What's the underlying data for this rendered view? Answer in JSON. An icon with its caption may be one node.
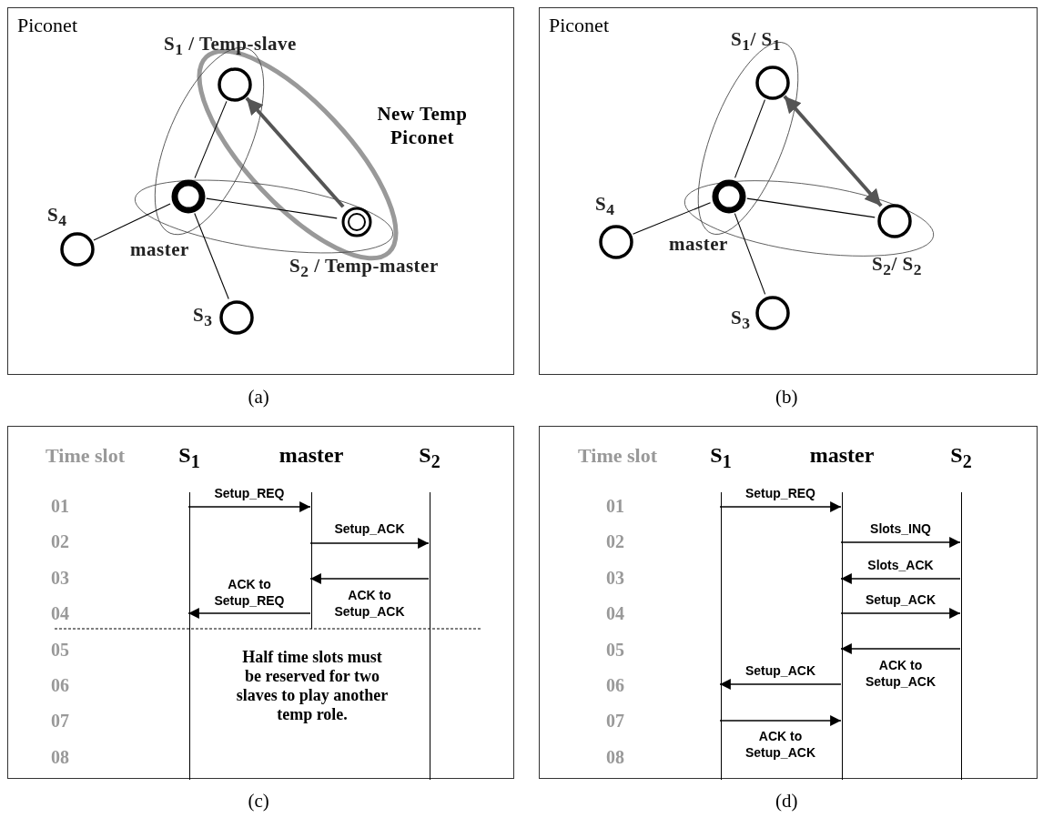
{
  "diagram": {
    "nodes": [
      {
        "text": [
          "Piconet"
        ],
        "beside": [
          "(a)"
        ]
      },
      {
        "text": [],
        "shape": "circle",
        "in": 0,
        "beside": [
          "S$_{1}$ / Temp-slave"
        ]
      },
      {
        "text": [],
        "shape": "circle",
        "in": 0,
        "beside": [
          "master"
        ]
      },
      {
        "text": [],
        "shape": "circle",
        "in": 0,
        "beside": [
          "S$_{2}$ / Temp-master"
        ]
      },
      {
        "text": [],
        "shape": "circle",
        "in": 0,
        "beside": [
          "S$_{4}$"
        ]
      },
      {
        "text": [],
        "shape": "circle",
        "in": 0,
        "beside": [
          "S$_{3}$"
        ]
      },
      {
        "text": [
          "Piconet"
        ],
        "beside": [
          "(b)"
        ]
      },
      {
        "text": [],
        "shape": "circle",
        "in": 6,
        "beside": [
          "S$_{1}$/ S$_{1}$"
        ]
      },
      {
        "text": [],
        "shape": "circle",
        "in": 6,
        "beside": [
          "master"
        ]
      },
      {
        "text": [],
        "shape": "circle",
        "in": 6,
        "beside": [
          "S$_{2}$/ S$_{2}$"
        ]
      },
      {
        "text": [],
        "shape": "circle",
        "in": 6,
        "beside": [
          "S$_{4}$"
        ]
      },
      {
        "text": [],
        "shape": "circle",
        "in": 6,
        "beside": [
          "S$_{3}$"
        ]
      },
      {
        "text": [],
        "shape": "box",
        "beside": [
          "(c)"
        ]
      },
      {
        "text": [
          "S$_{1}$"
        ],
        "in": 12
      },
      {
        "text": [
          "master"
        ],
        "in": 12
      },
      {
        "text": [
          "S$_{2}$"
        ],
        "in": 12
      },
      {
        "text": [],
        "shape": "box",
        "beside": [
          "(d)"
        ]
      },
      {
        "text": [
          "S$_{1}$"
        ],
        "in": 16
      },
      {
        "text": [
          "master"
        ],
        "in": 16
      },
      {
        "text": [
          "S$_{2}$"
        ],
        "in": 16
      }
    ],
    "edges": [
      {
        "from": 2,
        "to": 1,
        "arrow": "none"
      },
      {
        "from": 2,
        "to": 3,
        "arrow": "none"
      },
      {
        "from": 2,
        "to": 4,
        "arrow": "none"
      },
      {
        "from": 2,
        "to": 5,
        "arrow": "none"
      },
      {
        "from": 3,
        "to": 1,
        "arrow": "to",
        "style": "thick",
        "color": "#555555"
      },
      {
        "from": 8,
        "to": 7,
        "arrow": "none"
      },
      {
        "from": 8,
        "to": 9,
        "arrow": "none"
      },
      {
        "from": 8,
        "to": 10,
        "arrow": "none"
      },
      {
        "from": 8,
        "to": 11,
        "arrow": "none"
      },
      {
        "from": 7,
        "to": 9,
        "arrow": "both",
        "style": "thick",
        "color": "#555555"
      },
      {
        "from": 13,
        "to": 14,
        "arrow": "to",
        "label": "Setup_REQ"
      },
      {
        "from": 14,
        "to": 15,
        "arrow": "to",
        "label": "Setup_ACK"
      },
      {
        "from": 15,
        "to": 14,
        "arrow": "to",
        "label": "ACK to Setup_ACK"
      },
      {
        "from": 14,
        "to": 13,
        "arrow": "to",
        "label": "ACK to Setup_REQ"
      },
      {
        "from": 17,
        "to": 18,
        "arrow": "to",
        "label": "Setup_REQ"
      },
      {
        "from": 18,
        "to": 19,
        "arrow": "to",
        "label": "Slots_INQ"
      },
      {
        "from": 19,
        "to": 18,
        "arrow": "to",
        "label": "Slots_ACK"
      },
      {
        "from": 18,
        "to": 19,
        "arrow": "to",
        "label": "Setup_ACK"
      },
      {
        "from": 19,
        "to": 18,
        "arrow": "to",
        "label": "ACK to Setup_ACK"
      },
      {
        "from": 18,
        "to": 17,
        "arrow": "to",
        "label": "Setup_ACK"
      },
      {
        "from": 17,
        "to": 18,
        "arrow": "to",
        "label": "ACK to Setup_ACK"
      }
    ],
    "labels": [
      "New Temp Piconet",
      "Time slot",
      "01",
      "02",
      "03",
      "04",
      "05",
      "06",
      "07",
      "08",
      "Half time slots must be reserved for two slaves to play another temp role.",
      "Time slot",
      "01",
      "02",
      "03",
      "04",
      "05",
      "06",
      "07",
      "08"
    ]
  }
}
